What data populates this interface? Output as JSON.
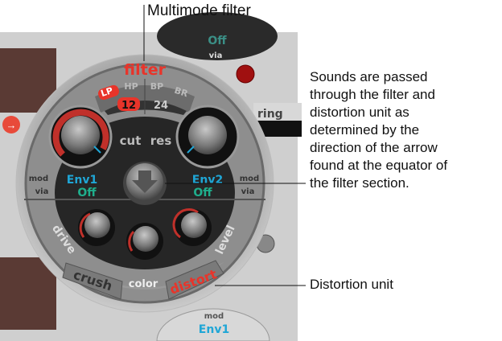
{
  "callouts": {
    "multimode_filter": "Multimode filter",
    "description_lines": [
      "Sounds are passed",
      "through the filter and",
      "distortion unit as",
      "determined by the",
      "direction of the arrow",
      "found at the equator of",
      "the filter section."
    ],
    "distortion_unit": "Distortion unit"
  },
  "filter": {
    "title": "filter",
    "modes": [
      "LP",
      "HP",
      "BP",
      "BR"
    ],
    "selected_mode": "LP",
    "slopes": [
      "12",
      "24"
    ],
    "selected_slope": "12",
    "cut_label": "cut",
    "res_label": "res",
    "mod_left": {
      "mod": "mod",
      "via": "via",
      "source": "Env1",
      "via_value": "Off"
    },
    "mod_right": {
      "mod": "mod",
      "via": "via",
      "source": "Env2",
      "via_value": "Off"
    },
    "routing_arrow": "down-arrow-icon",
    "drive_label": "drive",
    "level_label": "level",
    "color_label": "color",
    "crush_label": "crush",
    "distort_label": "distort",
    "selected_distortion": "distort"
  },
  "surroundings": {
    "top_off": "Off",
    "top_via": "via",
    "ring_label": "ring",
    "bottom_mod": "mod",
    "bottom_env": "Env1"
  },
  "colors": {
    "accent_red": "#e8342a",
    "cyan": "#1fa6d6",
    "green": "#1fae8c",
    "panel": "#9a9a9a",
    "dark": "#262626"
  }
}
